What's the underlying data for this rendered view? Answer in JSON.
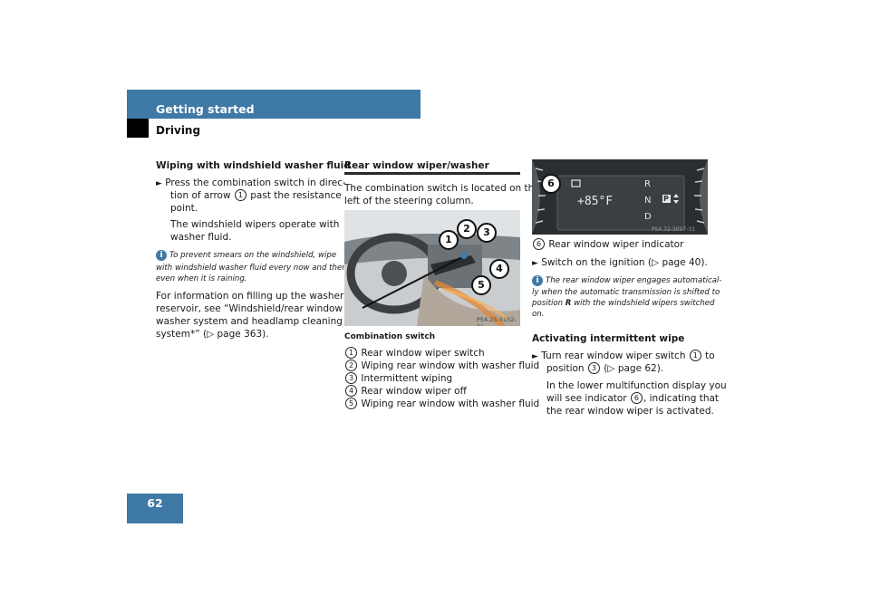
{
  "header": {
    "title": "Getting started",
    "subtitle": "Driving"
  },
  "page_number": "62",
  "col1": {
    "heading": "Wiping with windshield washer fluid",
    "step1_a": "Press the combination switch in direc-",
    "step1_b": "tion of arrow",
    "step1_num": "1",
    "step1_c": "past the resistance",
    "step1_d": "point.",
    "result_a": "The windshield wipers operate with",
    "result_b": "washer fluid.",
    "note_a": "To prevent smears on the windshield, wipe",
    "note_b": "with windshield washer fluid every now and then",
    "note_c": "even when it is raining.",
    "info_a": "For information on filling up the washer",
    "info_b": "reservoir, see “Windshield/rear window",
    "info_c": "washer system and headlamp cleaning",
    "info_d": "system*” (",
    "info_e": "page 363)."
  },
  "col2": {
    "heading": "Rear window wiper/washer",
    "intro_a": "The combination switch is located on the",
    "intro_b": "left of the steering column.",
    "figure_code": "P54.25-5152-31",
    "caption": "Combination switch",
    "legend": [
      {
        "num": "1",
        "text": "Rear window wiper switch"
      },
      {
        "num": "2",
        "text": "Wiping rear window with washer fluid"
      },
      {
        "num": "3",
        "text": "Intermittent wiping"
      },
      {
        "num": "4",
        "text": "Rear window wiper off"
      },
      {
        "num": "5",
        "text": "Wiping rear window with washer fluid"
      }
    ],
    "badges": [
      "1",
      "2",
      "3",
      "4",
      "5"
    ]
  },
  "col3": {
    "display": {
      "temp": "+85°F",
      "gear_r": "R",
      "gear_n": "N",
      "gear_p": "P",
      "gear_d": "D",
      "code": "P54.32-3057-31",
      "badge": "6"
    },
    "legend_num": "6",
    "legend_text": "Rear window wiper indicator",
    "step_a": "Switch on the ignition (",
    "step_b": "page 40).",
    "note_a": "The rear window wiper engages automatical-",
    "note_b": "ly when the automatic transmission is shifted to",
    "note_c1": "position",
    "note_c2": "R",
    "note_c3": "with the windshield wipers switched",
    "note_d": "on.",
    "heading": "Activating intermittent wipe",
    "s2_a": "Turn rear window wiper switch",
    "s2_num": "1",
    "s2_b": "to",
    "s2_c": "position",
    "s2_num2": "3",
    "s2_d": "(",
    "s2_e": "page 62).",
    "r2_a": "In the lower multifunction display you",
    "r2_b": "will see indicator",
    "r2_num": "6",
    "r2_c": ", indicating that",
    "r2_d": "the rear window wiper is activated."
  },
  "colors": {
    "accent": "#3f79a6"
  }
}
